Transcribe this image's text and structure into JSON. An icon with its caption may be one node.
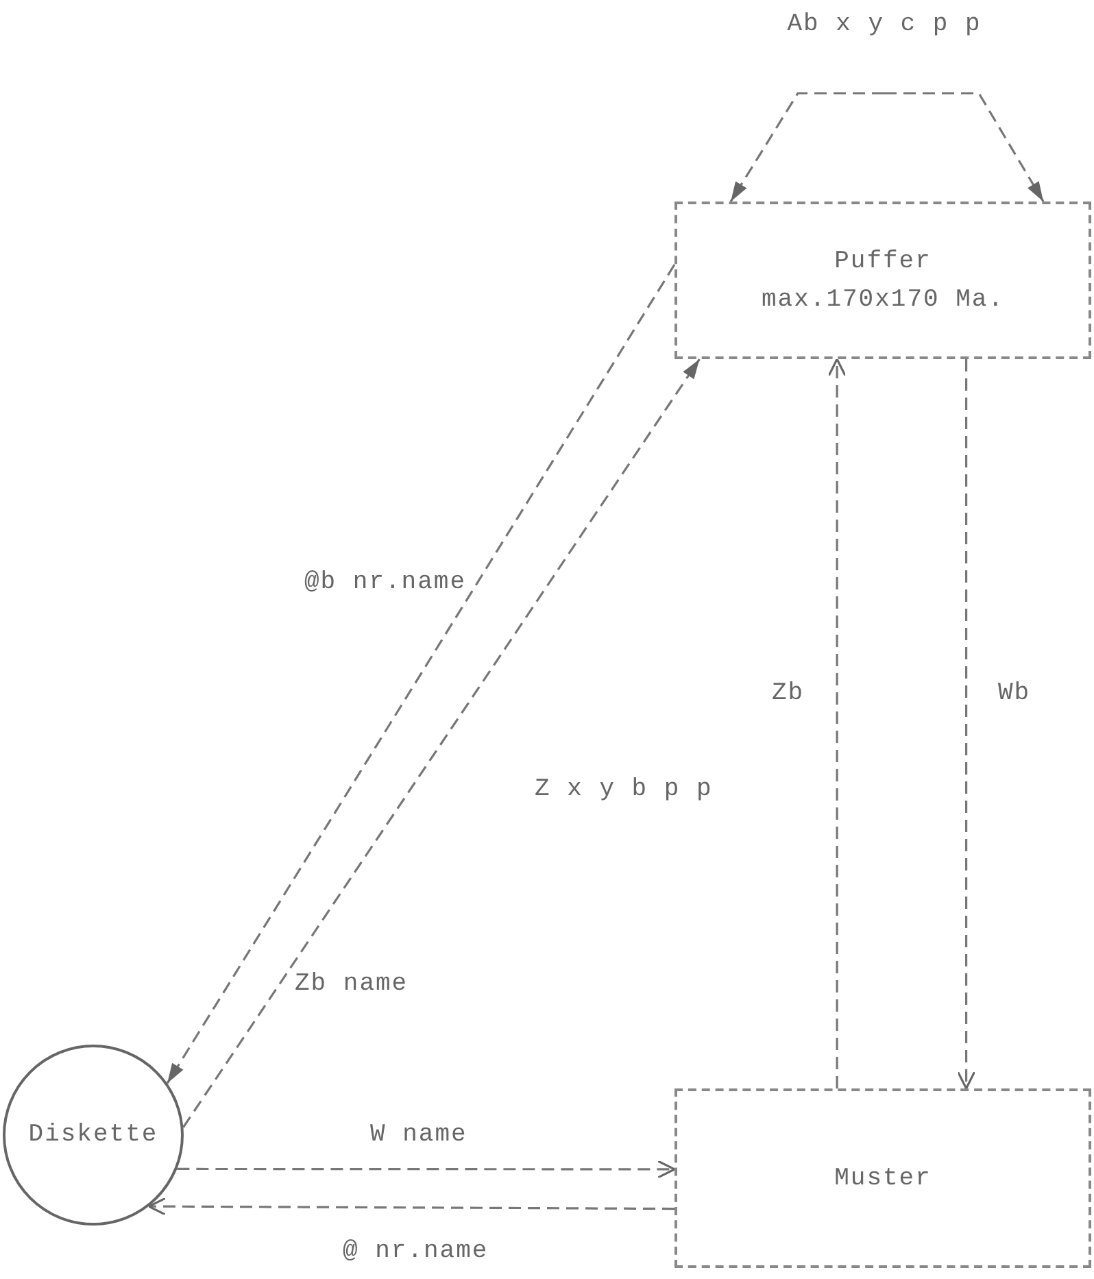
{
  "diagram": {
    "nodes": [
      {
        "text": [
          "Ab x y c p p"
        ]
      },
      {
        "text": [
          "Puffer",
          "max.170x170 Ma."
        ]
      },
      {
        "text": [
          "Diskette"
        ]
      },
      {
        "text": [
          "Muster"
        ]
      }
    ],
    "edges": [
      {
        "from": 0,
        "to": 1,
        "arrow": "to",
        "style": "dashed"
      },
      {
        "from": 0,
        "to": 1,
        "arrow": "to",
        "style": "dashed"
      },
      {
        "from": 1,
        "to": 2,
        "arrow": "to",
        "style": "dashed",
        "label": "@b nr.name"
      },
      {
        "from": 2,
        "to": 1,
        "arrow": "to",
        "style": "dashed",
        "label": "Zb name"
      },
      {
        "from": 3,
        "to": 1,
        "arrow": "to",
        "style": "dashed",
        "label": "Zb"
      },
      {
        "from": 1,
        "to": 3,
        "arrow": "to",
        "style": "dashed",
        "label": "Wb"
      },
      {
        "from": 2,
        "to": 3,
        "arrow": "to",
        "style": "dashed",
        "label": "W name"
      },
      {
        "from": 3,
        "to": 2,
        "arrow": "to",
        "style": "dashed",
        "label": "@ nr.name"
      }
    ],
    "labels": [
      "Z x y b p p"
    ]
  }
}
